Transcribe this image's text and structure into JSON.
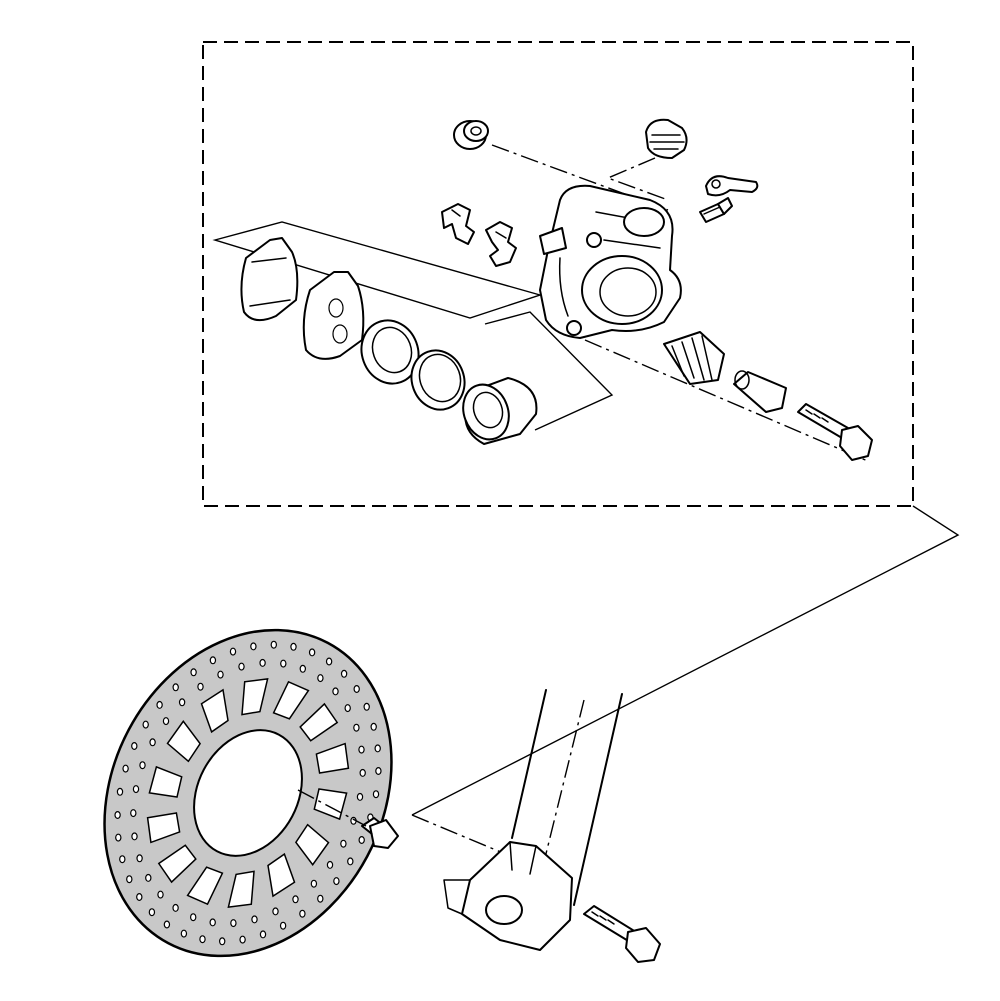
{
  "diagram": {
    "colors": {
      "line": "#000000",
      "background": "#ffffff",
      "disc_fill": "#c8c8c8"
    },
    "parts": [
      "caliper-assembly-group",
      "brake-caliper-body",
      "brake-pad-outer",
      "brake-pad-inner",
      "piston-seal",
      "dust-seal",
      "caliper-piston",
      "pad-spring-clip",
      "pad-support-clip",
      "rubber-bushing",
      "boot-cap",
      "bleed-screw",
      "bleed-screw-cap",
      "slide-pin-boot",
      "slide-pin",
      "caliper-mounting-bolt",
      "brake-disc",
      "disc-bolt",
      "front-fork-leg",
      "axle-holder",
      "caliper-bracket-bolt"
    ]
  }
}
